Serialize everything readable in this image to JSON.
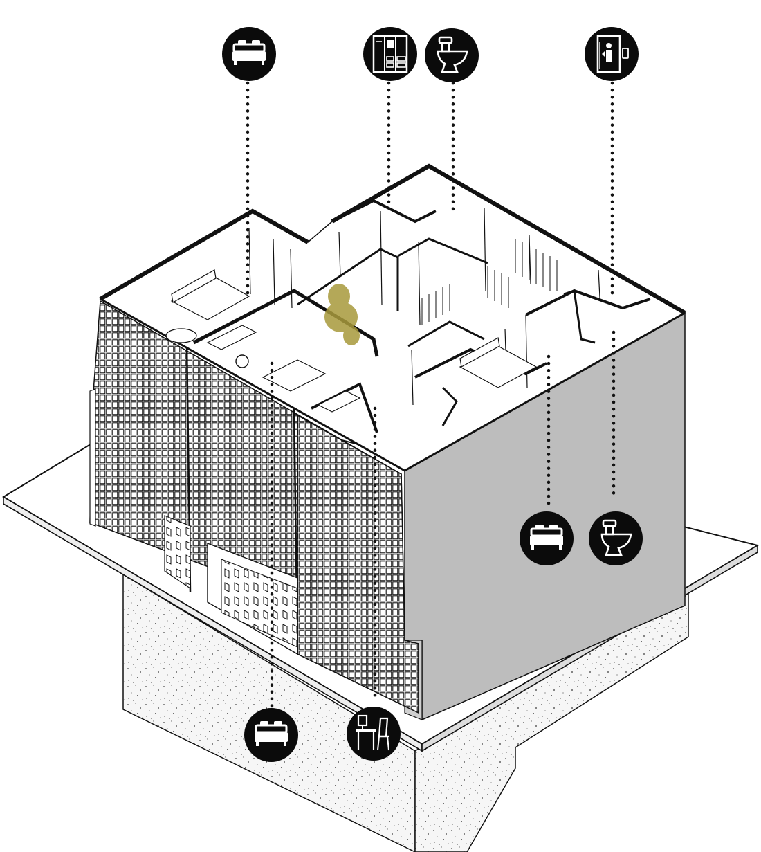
{
  "diagram": {
    "kind": "axonometric-floor-plan",
    "colors": {
      "ink": "#111111",
      "wall_grey": "#bdbdbd",
      "soil": "#f4f4f4",
      "plant": "#a89a3c",
      "marker_fill": "#0b0b0b",
      "marker_icon": "#ffffff"
    },
    "markers": [
      {
        "id": "marker-bedroom-top",
        "icon": "bed-icon",
        "room": "bedroom"
      },
      {
        "id": "marker-closet-top",
        "icon": "wardrobe-icon",
        "room": "walk-in-closet"
      },
      {
        "id": "marker-toilet-top",
        "icon": "toilet-icon",
        "room": "bathroom"
      },
      {
        "id": "marker-elevator-top",
        "icon": "elevator-icon",
        "room": "elevator"
      },
      {
        "id": "marker-bedroom-right",
        "icon": "bed-icon",
        "room": "bedroom"
      },
      {
        "id": "marker-toilet-right",
        "icon": "toilet-icon",
        "room": "bathroom"
      },
      {
        "id": "marker-bedroom-bottom",
        "icon": "bed-icon",
        "room": "bedroom"
      },
      {
        "id": "marker-study-bottom",
        "icon": "desk-chair-icon",
        "room": "study"
      }
    ]
  }
}
